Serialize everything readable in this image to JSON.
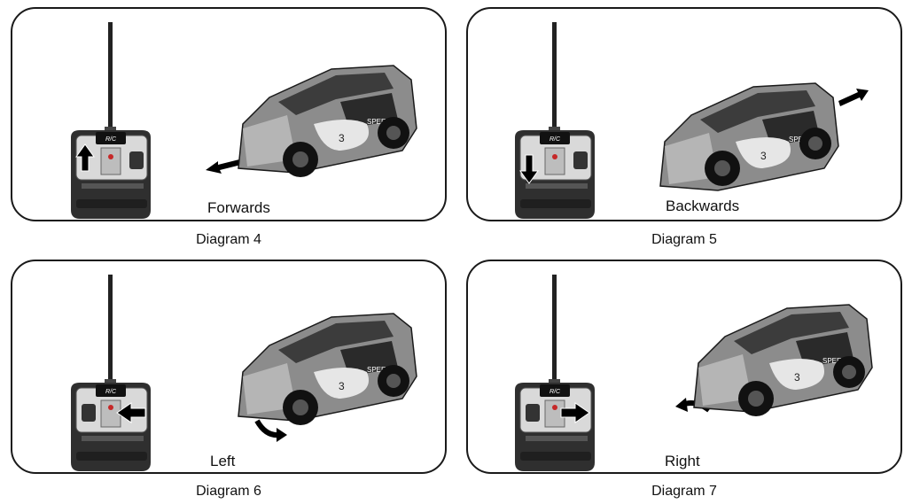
{
  "diagrams": [
    {
      "id": "p4",
      "label": "Diagram 4",
      "caption": "Forwards",
      "remote_button": "up",
      "car_motion": "forward"
    },
    {
      "id": "p5",
      "label": "Diagram 5",
      "caption": "Backwards",
      "remote_button": "down",
      "car_motion": "backward"
    },
    {
      "id": "p6",
      "label": "Diagram 6",
      "caption": "Left",
      "remote_button": "left",
      "car_motion": "turn-left"
    },
    {
      "id": "p7",
      "label": "Diagram 7",
      "caption": "Right",
      "remote_button": "right",
      "car_motion": "turn-right"
    }
  ],
  "remote": {
    "logo": "R/C"
  },
  "car": {
    "decal_text": "SPEED",
    "number": "3"
  },
  "colors": {
    "outline": "#1a1a1a",
    "car_body": "#8c8c8c",
    "remote_body": "#2f2f2f"
  }
}
